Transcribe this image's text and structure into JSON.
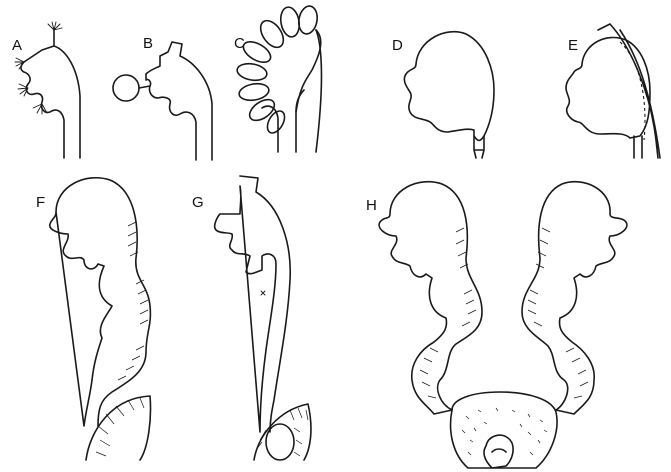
{
  "panels": [
    {
      "id": "A",
      "label": "A"
    },
    {
      "id": "B",
      "label": "B"
    },
    {
      "id": "C",
      "label": "C"
    },
    {
      "id": "D",
      "label": "D"
    },
    {
      "id": "E",
      "label": "E"
    },
    {
      "id": "F",
      "label": "F"
    },
    {
      "id": "G",
      "label": "G"
    },
    {
      "id": "H",
      "label": "H"
    }
  ],
  "colors": {
    "ink": "#1a1a1a",
    "background": "#ffffff"
  }
}
